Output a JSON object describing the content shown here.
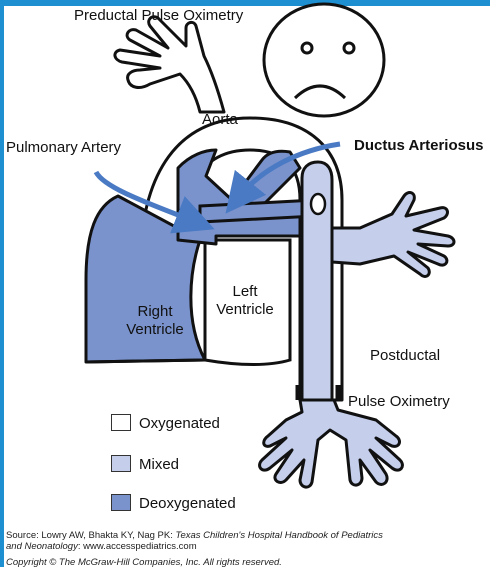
{
  "colors": {
    "oxygenated": "#ffffff",
    "mixed": "#c5cfec",
    "deoxygenated": "#7a93cc",
    "outline": "#111111",
    "frame_bar": "#1e8fd0"
  },
  "labels": {
    "preductal": "Preductal Pulse Oximetry",
    "aorta": "Aorta",
    "pulmonary_artery": "Pulmonary Artery",
    "ductus": "Ductus Arteriosus",
    "left_ventricle_1": "Left",
    "left_ventricle_2": "Ventricle",
    "right_ventricle_1": "Right",
    "right_ventricle_2": "Ventricle",
    "postductal_1": "Postductal",
    "postductal_2": "Pulse Oximetry"
  },
  "legend": [
    {
      "label": "Oxygenated",
      "color_key": "oxygenated"
    },
    {
      "label": "Mixed",
      "color_key": "mixed"
    },
    {
      "label": "Deoxygenated",
      "color_key": "deoxygenated"
    }
  ],
  "source": {
    "prefix": "Source: Lowry AW, Bhakta KY, Nag PK: ",
    "title": "Texas Children's Hospital Handbook of Pediatrics",
    "line2": "and Neonatology",
    "line2_suffix": ": www.accesspediatrics.com",
    "copyright": "Copyright © The McGraw-Hill Companies, Inc. All rights reserved."
  }
}
